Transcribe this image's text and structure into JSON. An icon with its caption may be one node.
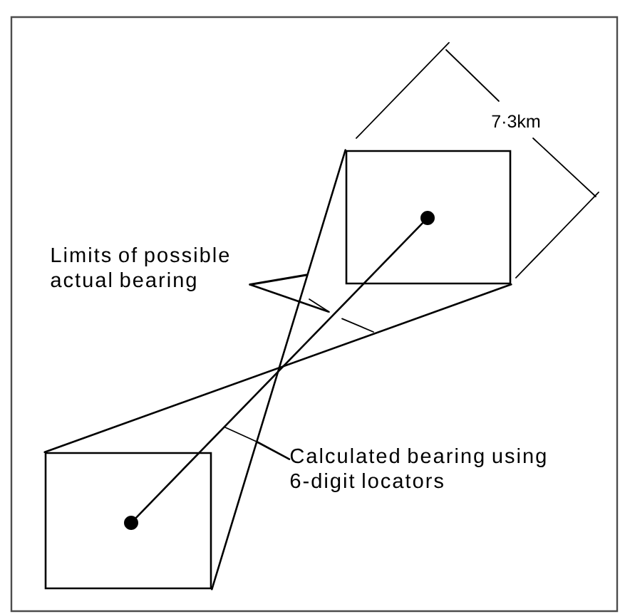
{
  "diagram": {
    "nodes": [
      {
        "text": [],
        "shape": "box"
      },
      {
        "text": [],
        "shape": "circle",
        "in": 0
      },
      {
        "text": [],
        "shape": "box"
      },
      {
        "text": [],
        "shape": "circle",
        "in": 2
      },
      {
        "text": [
          "Limits of possible actual bearing"
        ]
      },
      {
        "text": [
          "Calculated bearing using 6-digit locators"
        ]
      },
      {
        "text": [],
        "shape": "arc"
      },
      {
        "text": [],
        "shape": "arc"
      }
    ],
    "edges": [
      {
        "from": 1,
        "to": 3,
        "arrow": "none"
      },
      {
        "from": 0,
        "to": 2,
        "arrow": "none"
      },
      {
        "from": 0,
        "to": 2,
        "arrow": "none"
      },
      {
        "from": 4,
        "to": null,
        "arrow": "none"
      },
      {
        "from": 4,
        "to": 6,
        "arrow": "none"
      },
      {
        "from": 5,
        "to": 7,
        "arrow": "none"
      }
    ],
    "labels": [
      "7·3km"
    ]
  }
}
